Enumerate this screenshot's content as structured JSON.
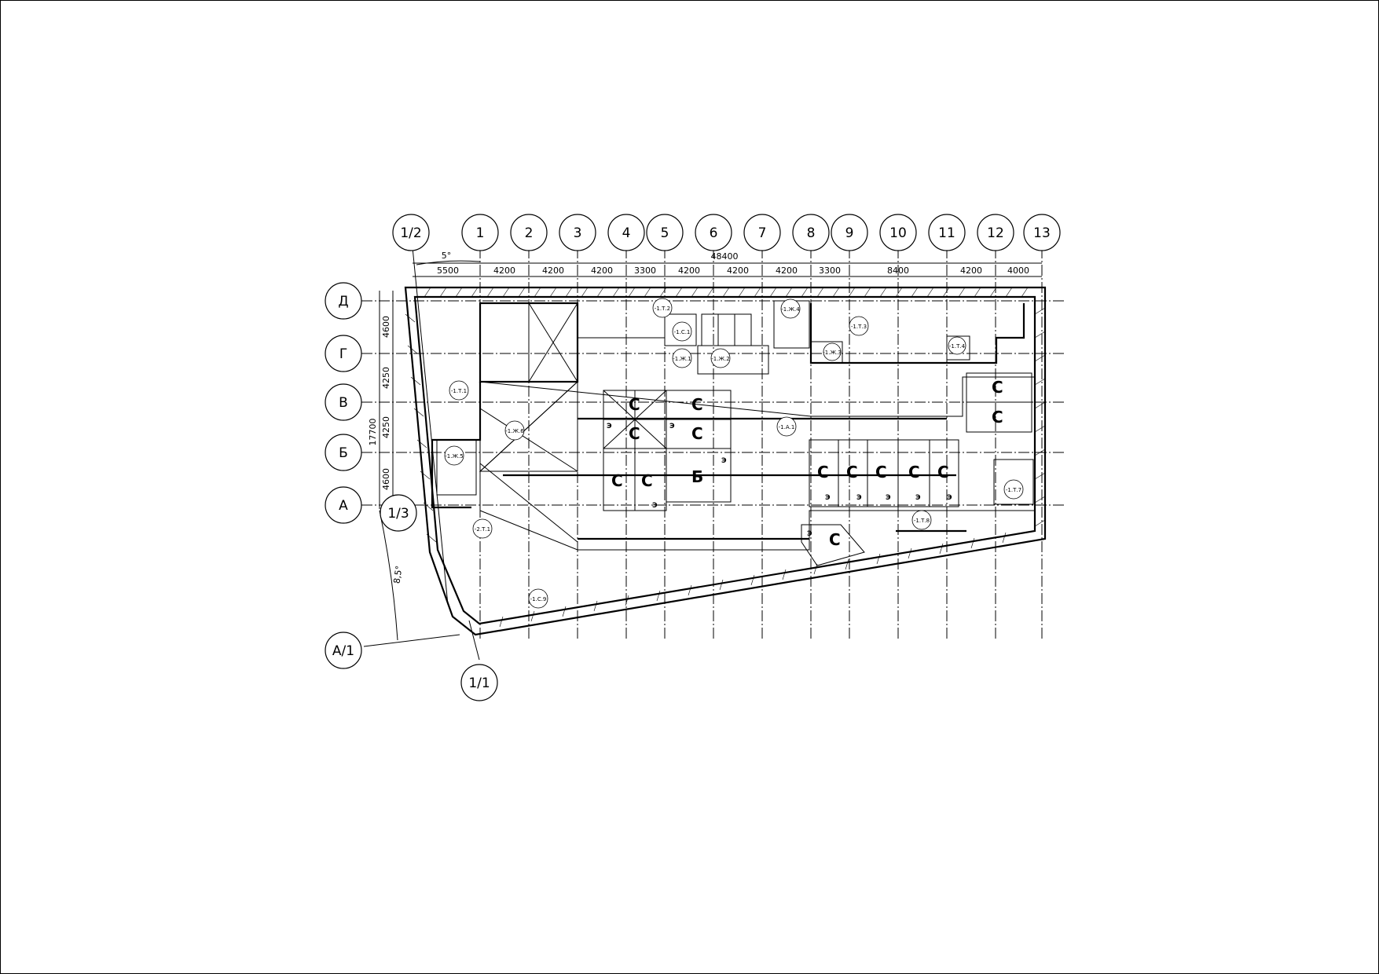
{
  "axes": {
    "columns": [
      "1/2",
      "1",
      "2",
      "3",
      "4",
      "5",
      "6",
      "7",
      "8",
      "9",
      "10",
      "11",
      "12",
      "13"
    ],
    "rows": [
      "Д",
      "Г",
      "В",
      "Б",
      "А"
    ],
    "extra": {
      "a1": "А/1",
      "one_one": "1/1",
      "one_three": "1/3"
    }
  },
  "dimensions": {
    "total_width": "48400",
    "spans": [
      "5500",
      "4200",
      "4200",
      "4200",
      "3300",
      "4200",
      "4200",
      "4200",
      "3300",
      "8400",
      "4200",
      "4000"
    ],
    "total_height": "17700",
    "row_spans": [
      "4600",
      "4250",
      "4250",
      "4600"
    ],
    "angle_top": "5°",
    "angle_left": "8,5°"
  },
  "room_tags": [
    "-1.Т.2",
    "-1.С.1",
    "-1.Ж.1",
    "-1.Ж.2",
    "-1.Ж.4",
    "-1.Т.3",
    "-1.Ж.3",
    "-1.Т.4",
    "-1.Т.1",
    "-1.Ж.6",
    "-1.А.1",
    "-1.Ж.5",
    "-1.Т.7",
    "-2.Т.1",
    "-1.Т.8",
    "-1.С.9"
  ],
  "equipment": {
    "c_mark": "С",
    "e_mark": "Э",
    "b_mark": "Б"
  }
}
